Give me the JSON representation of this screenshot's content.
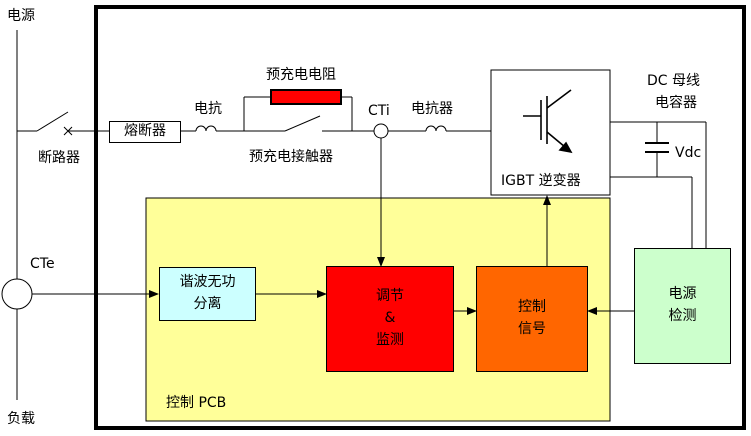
{
  "labels": {
    "power_source": "电源",
    "load": "负载",
    "breaker": "断路器",
    "fuse": "熔断器",
    "reactor_1": "电抗",
    "precharge_resistor": "预充电电阻",
    "precharge_contactor": "预充电接触器",
    "cti": "CTi",
    "reactor_2": "电抗器",
    "igbt_inverter": "IGBT  逆变器",
    "dc_bus_capacitor_line1": "DC 母线",
    "dc_bus_capacitor_line2": "电容器",
    "vdc": "Vdc",
    "cte": "CTe",
    "harmonic_separation": "谐波无功\n分离",
    "regulation_monitoring": "调节\n&\n监测",
    "control_signal": "控制\n信号",
    "power_detection": "电源\n检测",
    "control_pcb": "控制 PCB"
  },
  "colors": {
    "pcb_fill": "#ffff99",
    "harmonic_fill": "#ccffff",
    "regulation_fill": "#ff0000",
    "control_signal_fill": "#ff6600",
    "power_detection_fill": "#ccffcc",
    "resistor_fill": "#ff0000"
  }
}
